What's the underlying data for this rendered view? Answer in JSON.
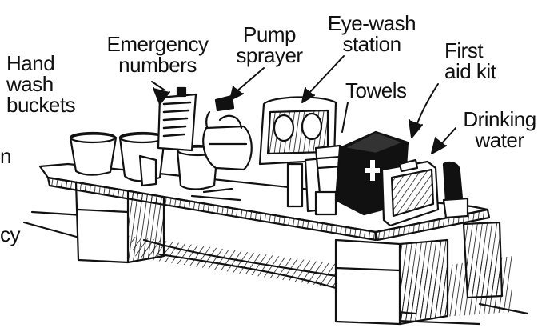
{
  "labels": {
    "hand_wash": [
      "Hand",
      "wash",
      "buckets"
    ],
    "emergency": [
      "Emergency",
      "numbers"
    ],
    "pump": [
      "Pump",
      "sprayer"
    ],
    "eyewash": [
      "Eye-wash",
      "station"
    ],
    "towels": [
      "Towels"
    ],
    "first_aid": [
      "First",
      "aid kit"
    ],
    "drinking": [
      "Drinking",
      "water"
    ],
    "edge_fragments": [
      "n",
      "cy"
    ]
  },
  "colors": {
    "ink": "#111111",
    "paper": "#ffffff"
  }
}
